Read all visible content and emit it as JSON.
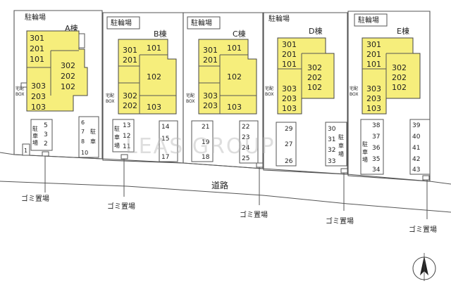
{
  "bike_parking_label": "駐輪場",
  "road_label": "道路",
  "trash_label": "ゴミ置場",
  "delivery_box_label": "宅配\nBOX",
  "parking_label": "駐車場",
  "watermark": "LEAS GROUP",
  "buildings": [
    {
      "name": "A棟",
      "units": [
        [
          "301",
          "201",
          "101"
        ],
        [
          "302",
          "202",
          "102"
        ],
        [
          "303",
          "203",
          "103"
        ]
      ]
    },
    {
      "name": "B棟",
      "units": [
        [
          "301",
          "201"
        ],
        [
          "101"
        ],
        [
          "102"
        ],
        [
          "302",
          "202"
        ],
        [
          "103"
        ]
      ]
    },
    {
      "name": "C棟",
      "units": [
        [
          "301",
          "201"
        ],
        [
          "101"
        ],
        [
          "102"
        ],
        [
          "303",
          "203"
        ],
        [
          "103"
        ]
      ]
    },
    {
      "name": "D棟",
      "units": [
        [
          "301",
          "201",
          "101"
        ],
        [
          "302",
          "202",
          "102"
        ],
        [
          "303",
          "203",
          "103"
        ]
      ]
    },
    {
      "name": "E棟",
      "units": [
        [
          "301",
          "201",
          "101"
        ],
        [
          "302",
          "202",
          "102"
        ],
        [
          "303",
          "203",
          "103"
        ]
      ]
    }
  ],
  "parking": {
    "a_left": [
      "5",
      "3",
      "2",
      "1"
    ],
    "a_right": [
      "6",
      "7",
      "8",
      "10"
    ],
    "b_left": [
      "13",
      "12",
      "11"
    ],
    "b_right": [
      "14",
      "15",
      "17"
    ],
    "c_left": [
      "21",
      "19",
      "18"
    ],
    "c_right": [
      "22",
      "23",
      "24",
      "25"
    ],
    "d_left": [
      "29",
      "27",
      "26"
    ],
    "d_right": [
      "30",
      "31",
      "32",
      "33"
    ],
    "e_left": [
      "38",
      "37",
      "36",
      "35",
      "34"
    ],
    "e_right": [
      "39",
      "40",
      "41",
      "42",
      "43"
    ]
  },
  "colors": {
    "building": "#f6ee7c",
    "line": "#555555"
  },
  "icons": [
    "north-arrow-icon"
  ]
}
